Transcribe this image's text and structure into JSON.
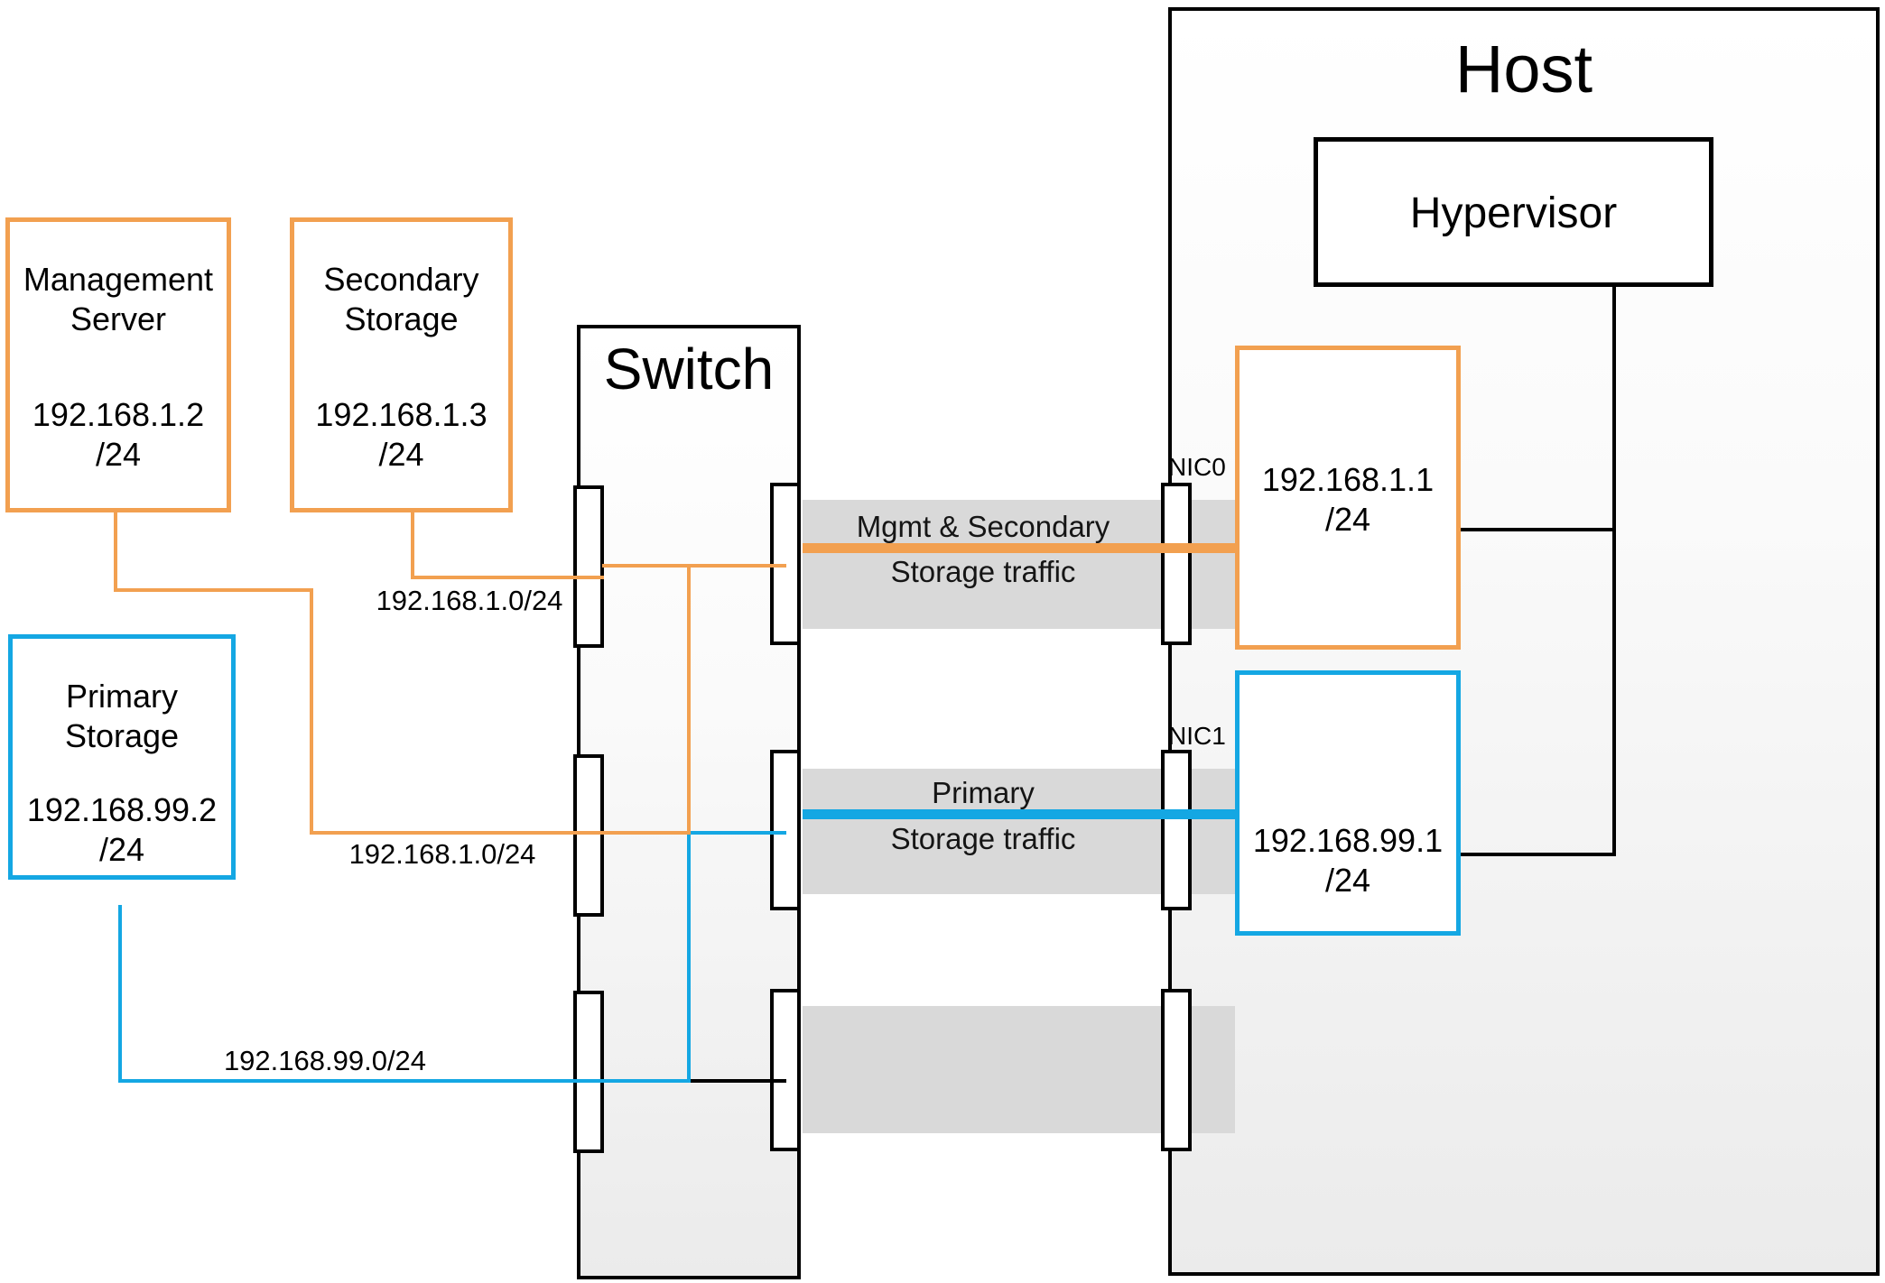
{
  "colors": {
    "orange_accent": "#f2a050",
    "blue_accent": "#14a7e3",
    "band_gray": "#d9d9d9",
    "line_black": "#000000"
  },
  "host": {
    "title": "Host",
    "hypervisor_label": "Hypervisor",
    "nic0_label": "NIC0",
    "nic0_ip": "192.168.1.1",
    "nic0_cidr": "/24",
    "nic1_label": "NIC1",
    "nic1_ip": "192.168.99.1",
    "nic1_cidr": "/24"
  },
  "switch_box": {
    "title": "Switch"
  },
  "nodes": {
    "management": {
      "line1": "Management",
      "line2": "Server",
      "ip": "192.168.1.2",
      "cidr": "/24"
    },
    "secondary": {
      "line1": "Secondary",
      "line2": "Storage",
      "ip": "192.168.1.3",
      "cidr": "/24"
    },
    "primary": {
      "line1": "Primary",
      "line2": "Storage",
      "ip": "192.168.99.2",
      "cidr": "/24"
    }
  },
  "subnet_labels": {
    "secondary_link": "192.168.1.0/24",
    "management_link": "192.168.1.0/24",
    "primary_link": "192.168.99.0/24"
  },
  "traffic_bands": {
    "mgmt_line1": "Mgmt & Secondary",
    "mgmt_line2": "Storage traffic",
    "primary_line1": "Primary",
    "primary_line2": "Storage traffic"
  }
}
